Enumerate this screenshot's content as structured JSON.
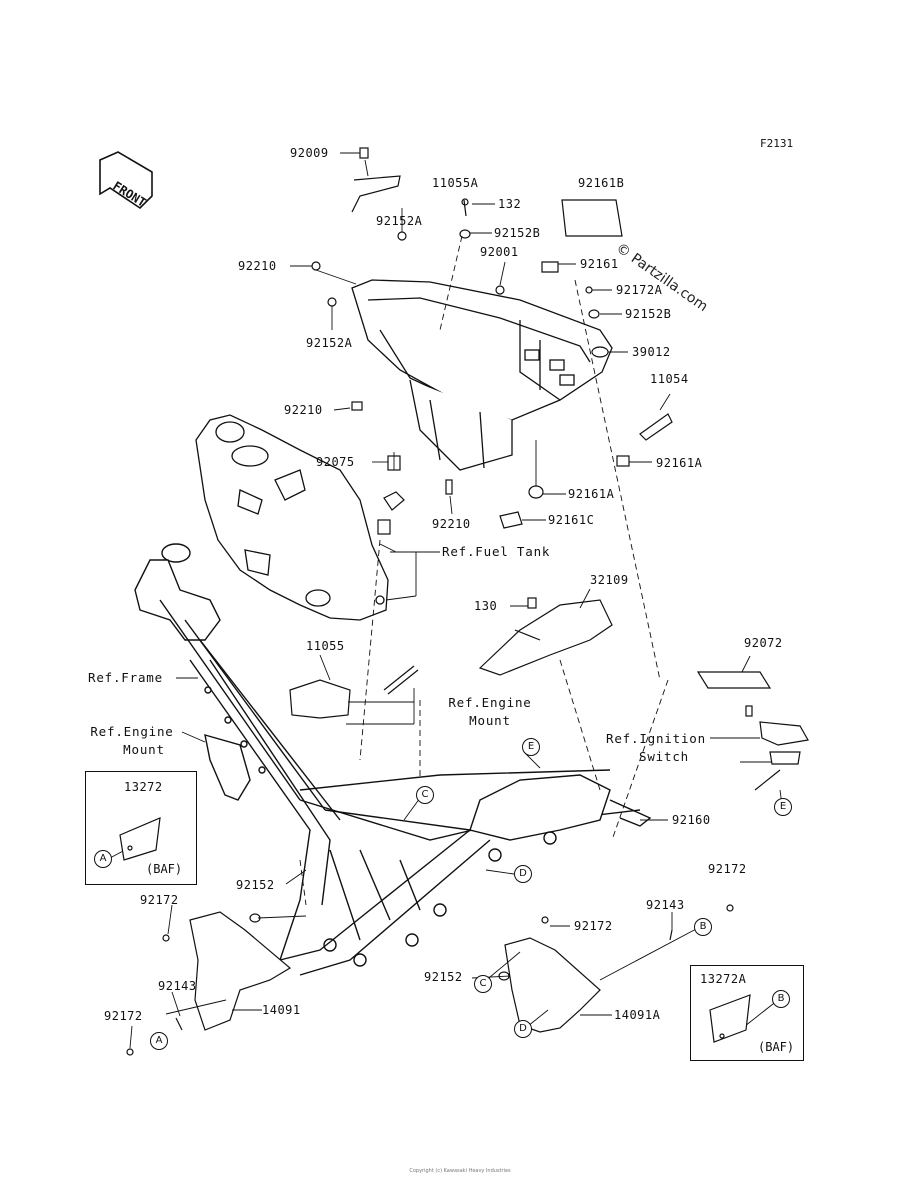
{
  "figure_id": "F2131",
  "watermark": "© Partzilla.com",
  "front_arrow": "FRONT",
  "copyright": "Copyright (c) Kawasaki Heavy Industries",
  "parts": {
    "p92009": "92009",
    "p11055A": "11055A",
    "p132": "132",
    "p92161B": "92161B",
    "p92152A_top": "92152A",
    "p92152B_top": "92152B",
    "p92210_left": "92210",
    "p92001": "92001",
    "p92161": "92161",
    "p92172A": "92172A",
    "p92152A_left": "92152A",
    "p92152B_right": "92152B",
    "p39012": "39012",
    "p11054": "11054",
    "p92210_mid": "92210",
    "p92075": "92075",
    "p92161A_right": "92161A",
    "p92161A": "92161A",
    "p92210_low": "92210",
    "p92161C": "92161C",
    "p32109": "32109",
    "p130": "130",
    "p11055": "11055",
    "p92072": "92072",
    "p13272": "13272",
    "p92160": "92160",
    "p92172_right": "92172",
    "p92152_left": "92152",
    "p92172_left": "92172",
    "p92143_right": "92143",
    "p92172_mid": "92172",
    "p92152_mid": "92152",
    "p92143_left": "92143",
    "p14091": "14091",
    "p92172_bottom": "92172",
    "p14091A": "14091A",
    "p13272A": "13272A"
  },
  "refs": {
    "fuel_tank": "Ref.Fuel Tank",
    "frame": "Ref.Frame",
    "engine_mount_right_line1": "Ref.Engine",
    "engine_mount_right_line2": "Mount",
    "engine_mount_left_line1": "Ref.Engine",
    "engine_mount_left_line2": "Mount",
    "ignition_line1": "Ref.Ignition",
    "ignition_line2": "Switch"
  },
  "baf": {
    "left": "(BAF)",
    "right": "(BAF)"
  },
  "callouts": {
    "A": "A",
    "B": "B",
    "C": "C",
    "D": "D",
    "E": "E"
  }
}
